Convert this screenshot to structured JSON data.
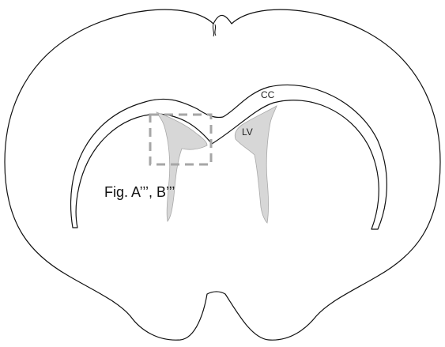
{
  "labels": {
    "corpus_callosum": "CC",
    "lateral_ventricle": "LV",
    "figure_reference": "Fig. A’’’, B’’’"
  },
  "colors": {
    "outline": "#111111",
    "ventricle_fill": "#d7d7d7",
    "roi_box": "#a6a6a6"
  }
}
